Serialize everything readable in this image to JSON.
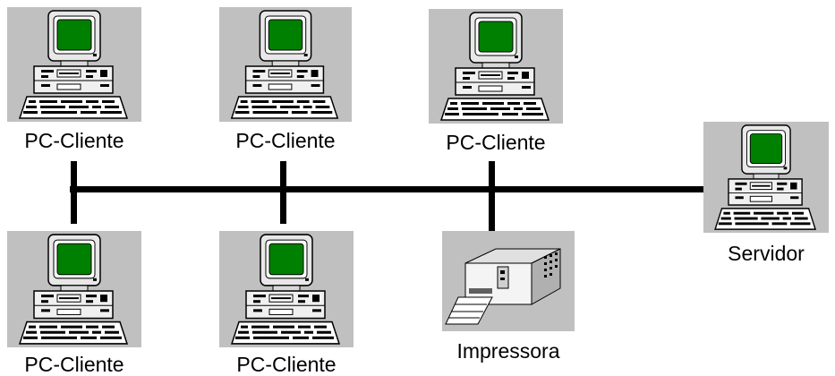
{
  "colors": {
    "background": "#ffffff",
    "tile": "#c0c0c0",
    "screen": "#008000",
    "line": "#000000"
  },
  "nodes": {
    "client1": {
      "label": "PC-Cliente",
      "icon": "computer-icon"
    },
    "client2": {
      "label": "PC-Cliente",
      "icon": "computer-icon"
    },
    "client3": {
      "label": "PC-Cliente",
      "icon": "computer-icon"
    },
    "client4": {
      "label": "PC-Cliente",
      "icon": "computer-icon"
    },
    "client5": {
      "label": "PC-Cliente",
      "icon": "computer-icon"
    },
    "printer": {
      "label": "Impressora",
      "icon": "printer-icon"
    },
    "server": {
      "label": "Servidor",
      "icon": "computer-icon"
    }
  }
}
